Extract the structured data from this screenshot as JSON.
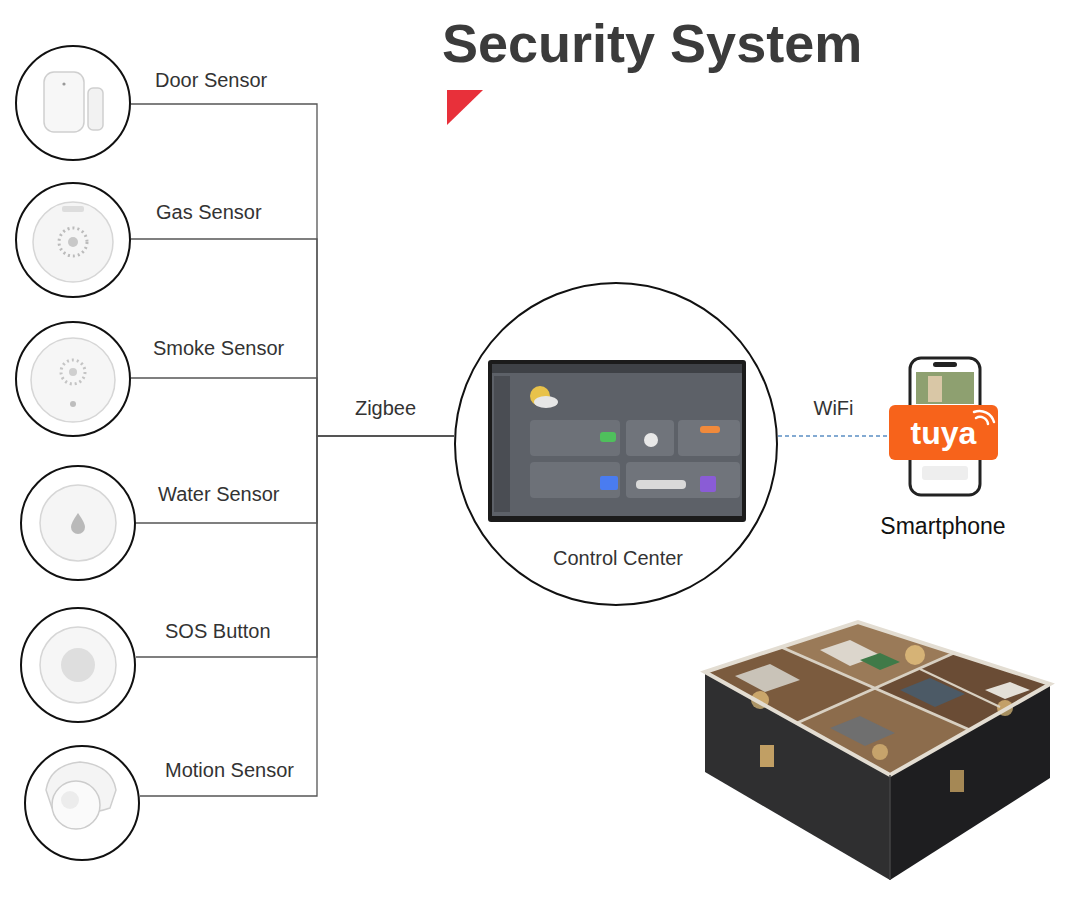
{
  "diagram": {
    "title": "Security System",
    "nodes": [
      {
        "text": [
          "Door Sensor"
        ]
      },
      {
        "text": [
          "Gas Sensor"
        ]
      },
      {
        "text": [
          "Smoke Sensor"
        ]
      },
      {
        "text": [
          "Water Sensor"
        ]
      },
      {
        "text": [
          "SOS Button"
        ]
      },
      {
        "text": [
          "Motion Sensor"
        ]
      },
      {
        "text": [
          "Control Center"
        ]
      },
      {
        "text": [
          "tuya",
          "Smartphone"
        ]
      }
    ],
    "edges": [
      {
        "from": 0,
        "to": 6,
        "arrow": "none",
        "label": "Zigbee"
      },
      {
        "from": 1,
        "to": 6,
        "arrow": "none"
      },
      {
        "from": 2,
        "to": 6,
        "arrow": "none"
      },
      {
        "from": 3,
        "to": 6,
        "arrow": "none"
      },
      {
        "from": 4,
        "to": 6,
        "arrow": "none"
      },
      {
        "from": 5,
        "to": 6,
        "arrow": "none"
      },
      {
        "from": 6,
        "to": 7,
        "arrow": "none",
        "label": "WiFi"
      }
    ]
  }
}
